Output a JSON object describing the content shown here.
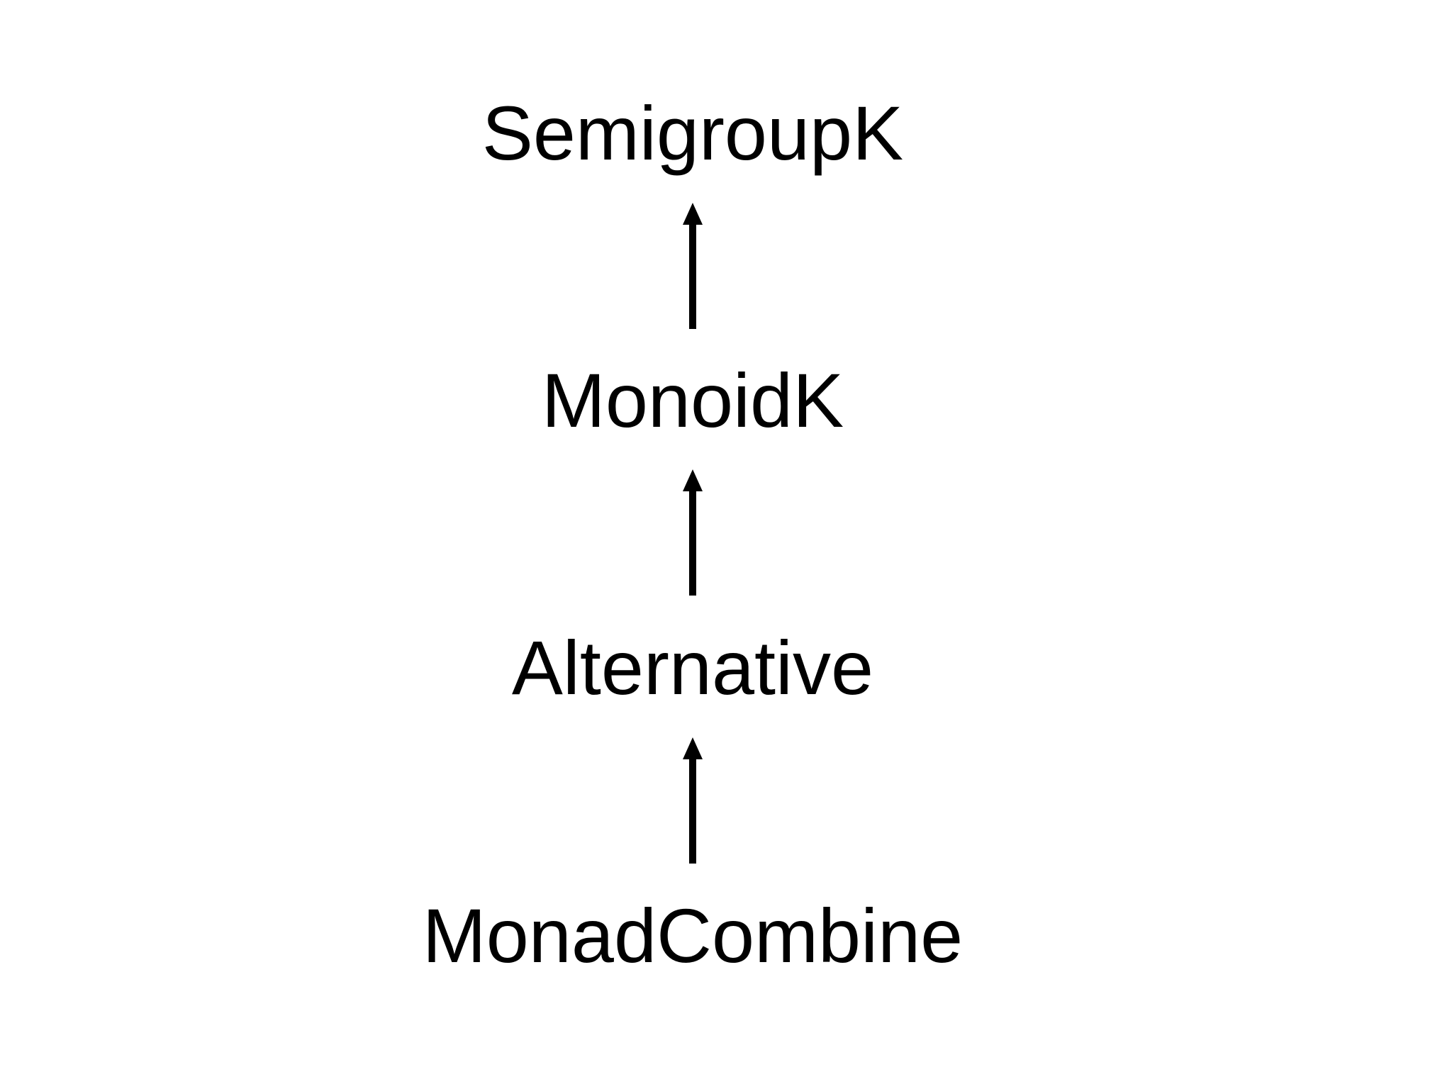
{
  "diagram": {
    "nodes": [
      {
        "id": "semigroupk",
        "label": "SemigroupK"
      },
      {
        "id": "monoidk",
        "label": "MonoidK"
      },
      {
        "id": "alternative",
        "label": "Alternative"
      },
      {
        "id": "monadcombine",
        "label": "MonadCombine"
      }
    ],
    "edges": [
      {
        "from": "monoidk",
        "to": "semigroupk"
      },
      {
        "from": "alternative",
        "to": "monoidk"
      },
      {
        "from": "monadcombine",
        "to": "alternative"
      }
    ],
    "colors": {
      "text": "#000000",
      "arrow": "#000000",
      "background": "#ffffff"
    }
  }
}
